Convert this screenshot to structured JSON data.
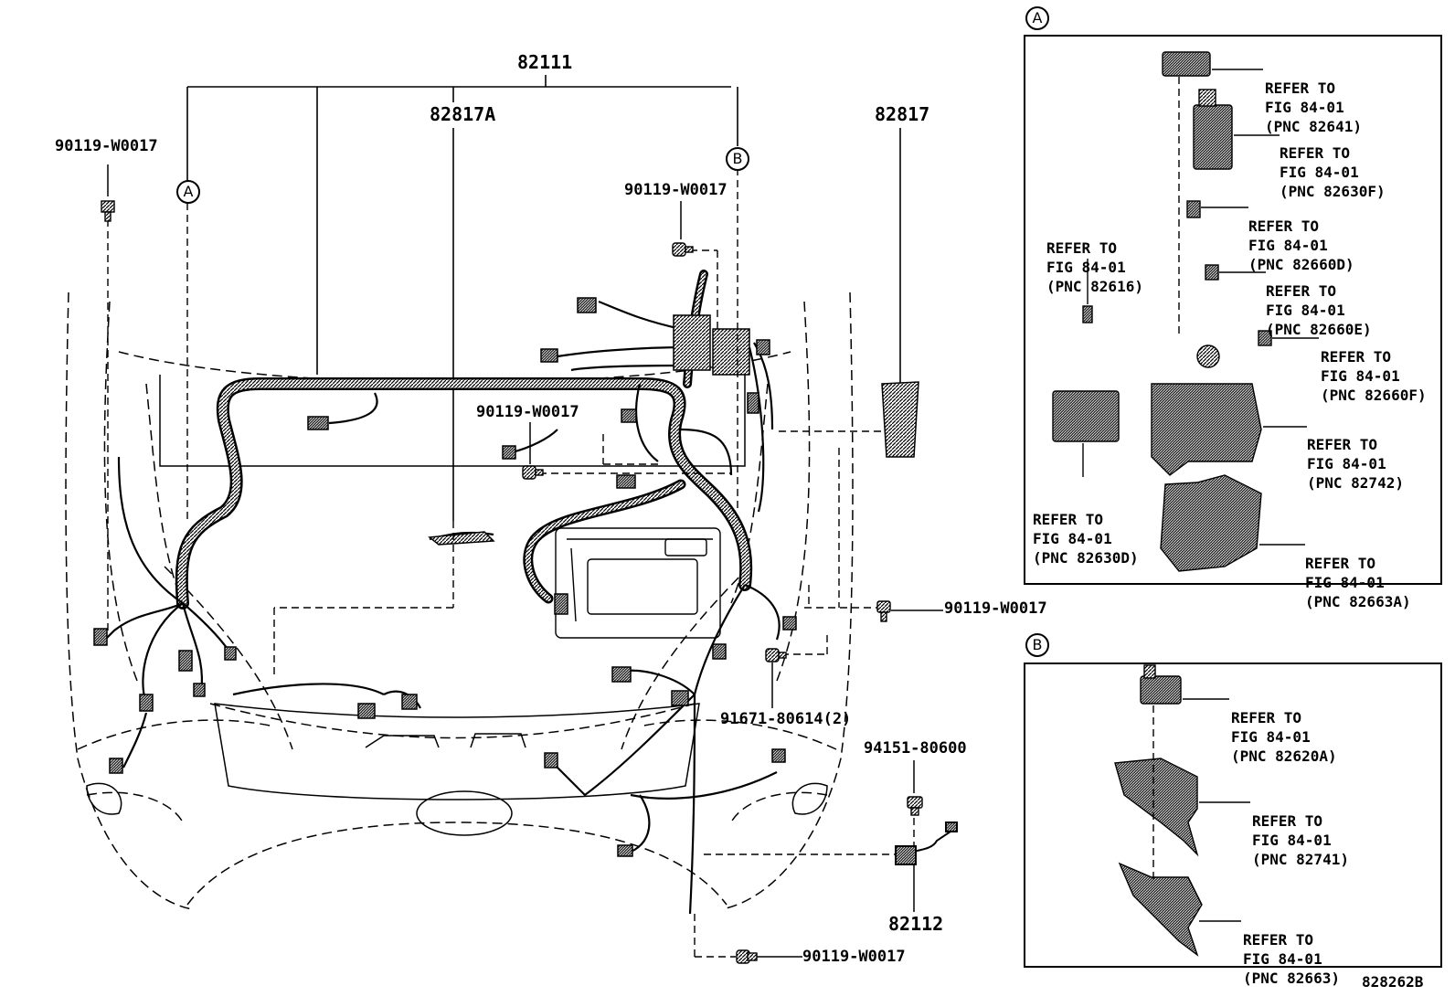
{
  "parts": {
    "main_harness": "82111",
    "harness_a": "82817A",
    "harness_b": "82817",
    "harness_small": "82112",
    "bolt_top_left": "90119-W0017",
    "bolt_top_center": "90119-W0017",
    "bolt_center": "90119-W0017",
    "bolt_right": "90119-W0017",
    "bolt_bottom": "90119-W0017",
    "clip": "91671-80614(2)",
    "nut": "94151-80600"
  },
  "callouts": {
    "a": "A",
    "b": "B"
  },
  "panel_a": {
    "title": "A",
    "refs": [
      {
        "l1": "REFER TO",
        "l2": "FIG 84-01",
        "l3": "(PNC 82641)"
      },
      {
        "l1": "REFER TO",
        "l2": "FIG 84-01",
        "l3": "(PNC 82630F)"
      },
      {
        "l1": "REFER TO",
        "l2": "FIG 84-01",
        "l3": "(PNC 82660D)"
      },
      {
        "l1": "REFER TO",
        "l2": "FIG 84-01",
        "l3": "(PNC 82616)"
      },
      {
        "l1": "REFER TO",
        "l2": "FIG 84-01",
        "l3": "(PNC 82660E)"
      },
      {
        "l1": "REFER TO",
        "l2": "FIG 84-01",
        "l3": "(PNC 82660F)"
      },
      {
        "l1": "REFER TO",
        "l2": "FIG 84-01",
        "l3": "(PNC 82742)"
      },
      {
        "l1": "REFER TO",
        "l2": "FIG 84-01",
        "l3": "(PNC 82630D)"
      },
      {
        "l1": "REFER TO",
        "l2": "FIG 84-01",
        "l3": "(PNC 82663A)"
      }
    ]
  },
  "panel_b": {
    "title": "B",
    "refs": [
      {
        "l1": "REFER TO",
        "l2": "FIG 84-01",
        "l3": "(PNC 82620A)"
      },
      {
        "l1": "REFER TO",
        "l2": "FIG 84-01",
        "l3": "(PNC 82741)"
      },
      {
        "l1": "REFER TO",
        "l2": "FIG 84-01",
        "l3": "(PNC 82663)"
      }
    ]
  },
  "figure_code": "828262B"
}
